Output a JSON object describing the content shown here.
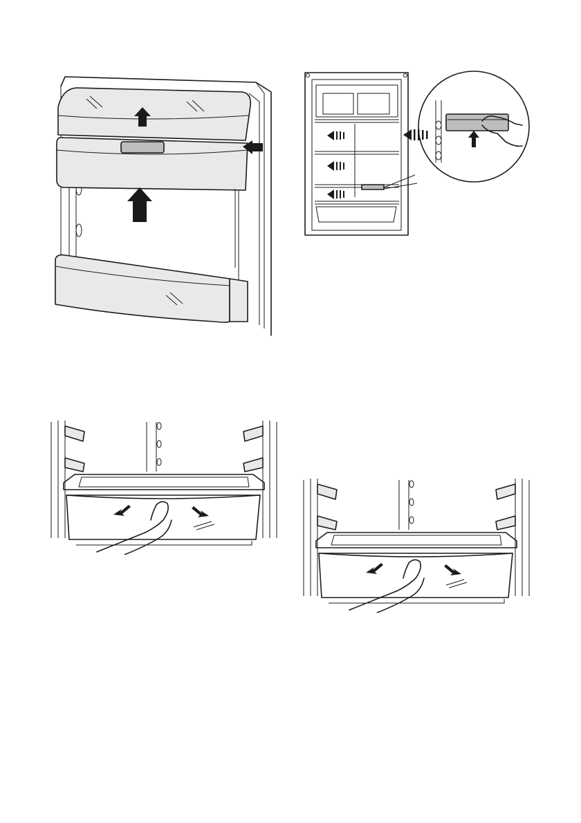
{
  "figures": [
    {
      "id": "door-balcony-removal",
      "icon": "arrow-up-icon"
    },
    {
      "id": "shelf-position-adjust",
      "icon": "arrow-left-icon"
    },
    {
      "id": "drawer-removal-left",
      "icon": "hand-icon"
    },
    {
      "id": "drawer-removal-right",
      "icon": "hand-icon"
    }
  ],
  "colors": {
    "line": "#1a1a1a",
    "panel": "#e9e9e9",
    "handle": "#bdbdbd",
    "background": "#ffffff"
  }
}
